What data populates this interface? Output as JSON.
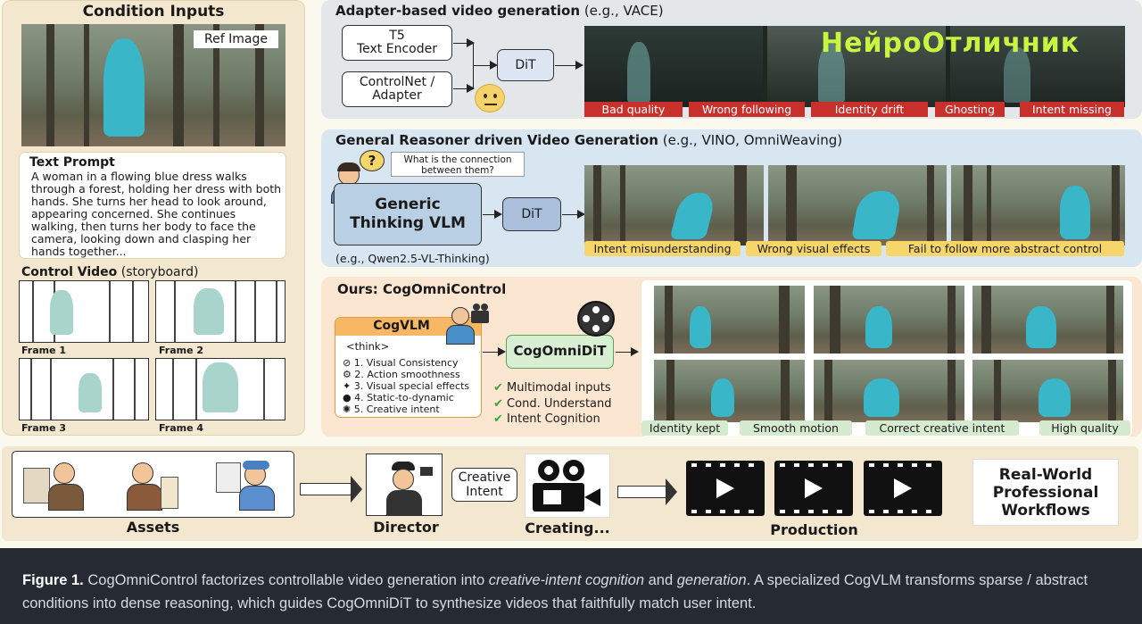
{
  "condition": {
    "title": "Condition Inputs",
    "ref_image_label": "Ref Image",
    "text_prompt_title": "Text Prompt",
    "text_prompt": "A woman in a flowing blue dress walks through a forest, holding her dress with both hands. She turns her head to look around, appearing concerned. She continues walking, then turns her body to face the camera, looking down and clasping her hands together...",
    "control_video_title": "Control Video",
    "control_video_sub": "(storyboard)",
    "frames": [
      "Frame 1",
      "Frame 2",
      "Frame 3",
      "Frame 4"
    ]
  },
  "adapter": {
    "title": "Adapter-based video generation",
    "example": "(e.g., VACE)",
    "t5_line1": "T5",
    "t5_line2": "Text Encoder",
    "controlnet_line1": "ControlNet /",
    "controlnet_line2": "Adapter",
    "dit": "DiT",
    "watermark": "НейроОтличник",
    "issues": [
      "Bad quality",
      "Wrong following",
      "Identity drift",
      "Ghosting",
      "Intent missing"
    ]
  },
  "reasoner": {
    "title": "General Reasoner driven Video Generation",
    "example": "(e.g., VINO, OmniWeaving)",
    "question": "What is the connection between them?",
    "vlm_line1": "Generic",
    "vlm_line2": "Thinking VLM",
    "dit": "DiT",
    "vlm_example": "(e.g., Qwen2.5-VL-Thinking)",
    "issues": [
      "Intent misunderstanding",
      "Wrong visual effects",
      "Fail to follow more abstract control"
    ]
  },
  "ours": {
    "title": "Ours: CogOmniControl",
    "cogvlm": "CogVLM",
    "think_tag": "<think>",
    "think_items": [
      "1. Visual Consistency",
      "2. Action smoothness",
      "3. Visual special effects",
      "4. Static-to-dynamic",
      "5. Creative intent"
    ],
    "cogomnidit": "CogOmniDiT",
    "checks": [
      "Multimodal inputs",
      "Cond. Understand",
      "Intent Cognition"
    ],
    "results": [
      "Identity kept",
      "Smooth motion",
      "Correct creative intent",
      "High quality"
    ]
  },
  "workflow": {
    "assets": "Assets",
    "director": "Director",
    "creative_line1": "Creative",
    "creative_line2": "Intent",
    "creating": "Creating...",
    "production": "Production",
    "real_line1": "Real-World",
    "real_line2": "Professional",
    "real_line3": "Workflows"
  },
  "caption": {
    "label": "Figure 1.",
    "part1": " CogOmniControl factorizes controllable video generation into ",
    "em1": "creative-intent cognition",
    "part2": " and ",
    "em2": "generation",
    "part3": ". A specialized CogVLM transforms sparse / abstract conditions into dense reasoning, which guides CogOmniDiT to synthesize videos that faithfully match user intent."
  },
  "colors": {
    "red_tag": "#c9302c",
    "yellow_tag": "#f6d66a",
    "green_tag": "#d6ead0",
    "teal_dress": "#39b7c9",
    "condition_panel": "#f3e8cf",
    "adapter_panel": "#e3e7ea",
    "reasoner_panel": "#d7e6f0",
    "ours_panel": "#fbe6d2"
  }
}
